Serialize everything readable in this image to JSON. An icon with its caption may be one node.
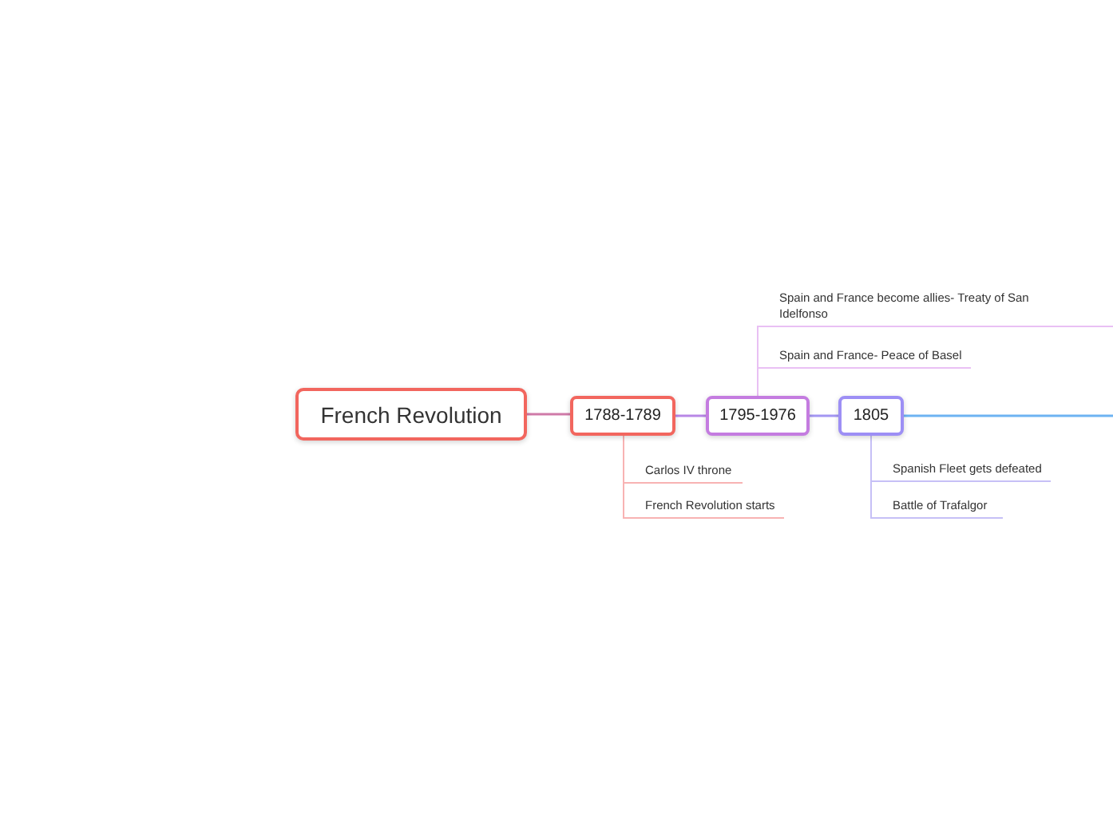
{
  "diagram": {
    "nodes": [
      {
        "text": [
          "French Revolution"
        ]
      },
      {
        "text": [
          "1788-1789"
        ]
      },
      {
        "text": [
          "1795-1976"
        ]
      },
      {
        "text": [
          "1805"
        ]
      },
      {
        "text": [
          "Carlos IV throne"
        ]
      },
      {
        "text": [
          "French Revolution starts"
        ]
      },
      {
        "text": [
          "Spain and France become allies- Treaty of San Idelfonso"
        ]
      },
      {
        "text": [
          "Spain and France- Peace of Basel"
        ]
      },
      {
        "text": [
          "Spanish Fleet gets defeated"
        ]
      },
      {
        "text": [
          "Battle of Trafalgor"
        ]
      }
    ],
    "edges": [
      {
        "from": 0,
        "to": 1,
        "arrow": "none",
        "color": "#cf7aa8"
      },
      {
        "from": 1,
        "to": 2,
        "arrow": "none",
        "color": "#b887e6"
      },
      {
        "from": 2,
        "to": 3,
        "arrow": "none",
        "color": "#a396f2"
      },
      {
        "from": 3,
        "to": null,
        "arrow": "none",
        "color": "#6db3f2"
      },
      {
        "from": 1,
        "to": 4,
        "arrow": "none",
        "color": "#f8b3b3"
      },
      {
        "from": 1,
        "to": 5,
        "arrow": "none",
        "color": "#f8b3b3"
      },
      {
        "from": 2,
        "to": 6,
        "arrow": "none",
        "color": "#e9c0f4"
      },
      {
        "from": 2,
        "to": 7,
        "arrow": "none",
        "color": "#e9c0f4"
      },
      {
        "from": 3,
        "to": 8,
        "arrow": "none",
        "color": "#c6c0f6"
      },
      {
        "from": 3,
        "to": 9,
        "arrow": "none",
        "color": "#c6c0f6"
      }
    ]
  }
}
